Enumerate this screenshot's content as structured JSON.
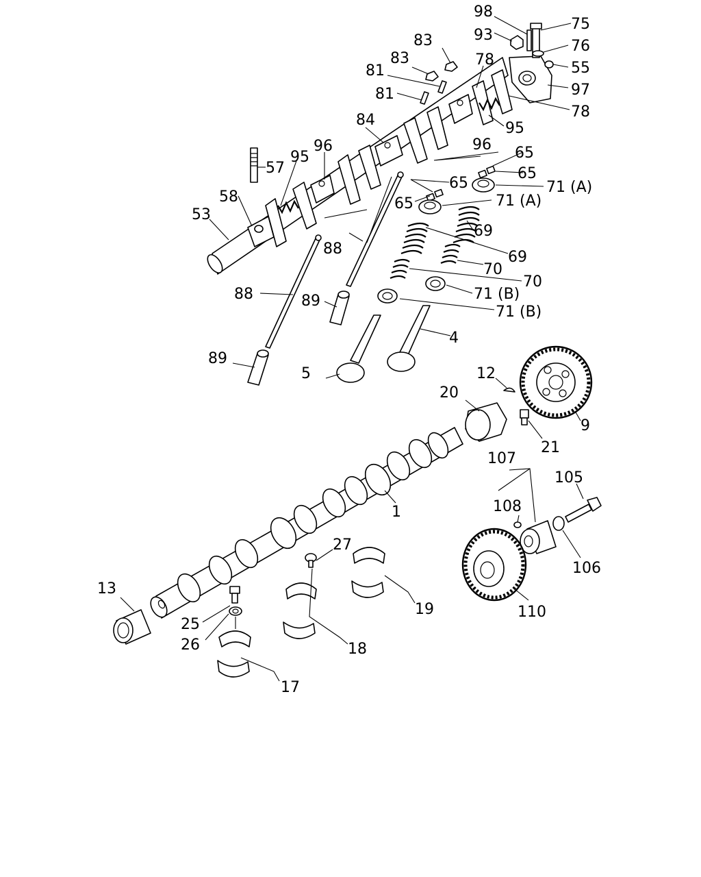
{
  "callouts": {
    "c98": "98",
    "c75": "75",
    "c93": "93",
    "c76": "76",
    "c55": "55",
    "c97": "97",
    "c83a": "83",
    "c83b": "83",
    "c78a": "78",
    "c78b": "78",
    "c81a": "81",
    "c81b": "81",
    "c84": "84",
    "c95a": "95",
    "c95b": "95",
    "c96a": "96",
    "c96b": "96",
    "c65a": "65",
    "c65b": "65",
    "c65c": "65",
    "c65d": "65",
    "c57": "57",
    "c58": "58",
    "c53": "53",
    "c71a1": "71 (A)",
    "c71a2": "71 (A)",
    "c69a": "69",
    "c69b": "69",
    "c70a": "70",
    "c70b": "70",
    "c71b1": "71 (B)",
    "c71b2": "71 (B)",
    "c88a": "88",
    "c88b": "88",
    "c89a": "89",
    "c89b": "89",
    "c4": "4",
    "c5": "5",
    "c12": "12",
    "c20": "20",
    "c9": "9",
    "c21": "21",
    "c107": "107",
    "c105": "105",
    "c108": "108",
    "c1": "1",
    "c106": "106",
    "c27": "27",
    "c13": "13",
    "c19": "19",
    "c110": "110",
    "c25": "25",
    "c26": "26",
    "c18": "18",
    "c17": "17"
  },
  "colors": {
    "line": "#000000",
    "background": "#ffffff"
  }
}
